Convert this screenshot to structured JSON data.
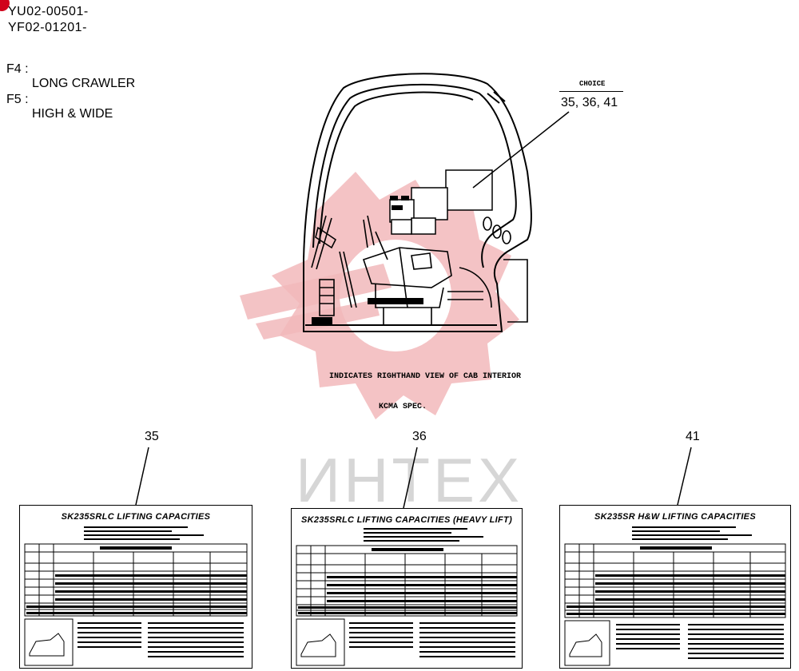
{
  "serials": [
    "YU02-00501-",
    "YF02-01201-"
  ],
  "options": [
    {
      "code": "F4 :",
      "desc": "LONG CRAWLER"
    },
    {
      "code": "F5 :",
      "desc": "HIGH & WIDE"
    }
  ],
  "choice": {
    "label": "CHOICE",
    "items": "35, 36, 41"
  },
  "caption": "INDICATES RIGHTHAND VIEW OF CAB INTERIOR",
  "spec": "KCMA SPEC.",
  "watermark_text": "ИНТЕХ",
  "cards": [
    {
      "number": "35",
      "title": "SK235SRLC  LIFTING  CAPACITIES"
    },
    {
      "number": "36",
      "title": "SK235SRLC  LIFTING  CAPACITIES (HEAVY  LIFT)"
    },
    {
      "number": "41",
      "title": "SK235SR  H&W  LIFTING  CAPACITIES"
    }
  ],
  "colors": {
    "watermark": "#f2b9bb",
    "badge": "#d0021b"
  }
}
